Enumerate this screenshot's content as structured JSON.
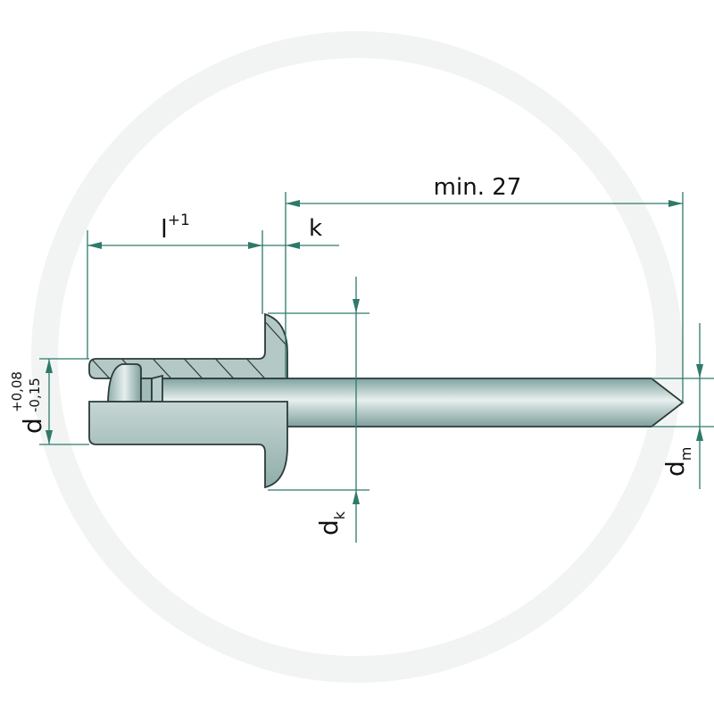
{
  "drawing": {
    "title": "Blind rivet dimension drawing",
    "colors": {
      "dimension_line": "#2e7a6a",
      "body_fill": "#a9c2bf",
      "outline": "#2b3a3a",
      "text": "#111111"
    },
    "labels": {
      "overall_length": "min. 27",
      "grip_length": "l",
      "grip_length_tolerance": "+1",
      "head_height": "k",
      "head_diameter": "d",
      "head_diameter_sub": "k",
      "shank_diameter": "d",
      "shank_tolerance_upper": "+0,08",
      "shank_tolerance_lower": "-0,15",
      "mandrel_diameter": "d",
      "mandrel_diameter_sub": "m"
    }
  }
}
